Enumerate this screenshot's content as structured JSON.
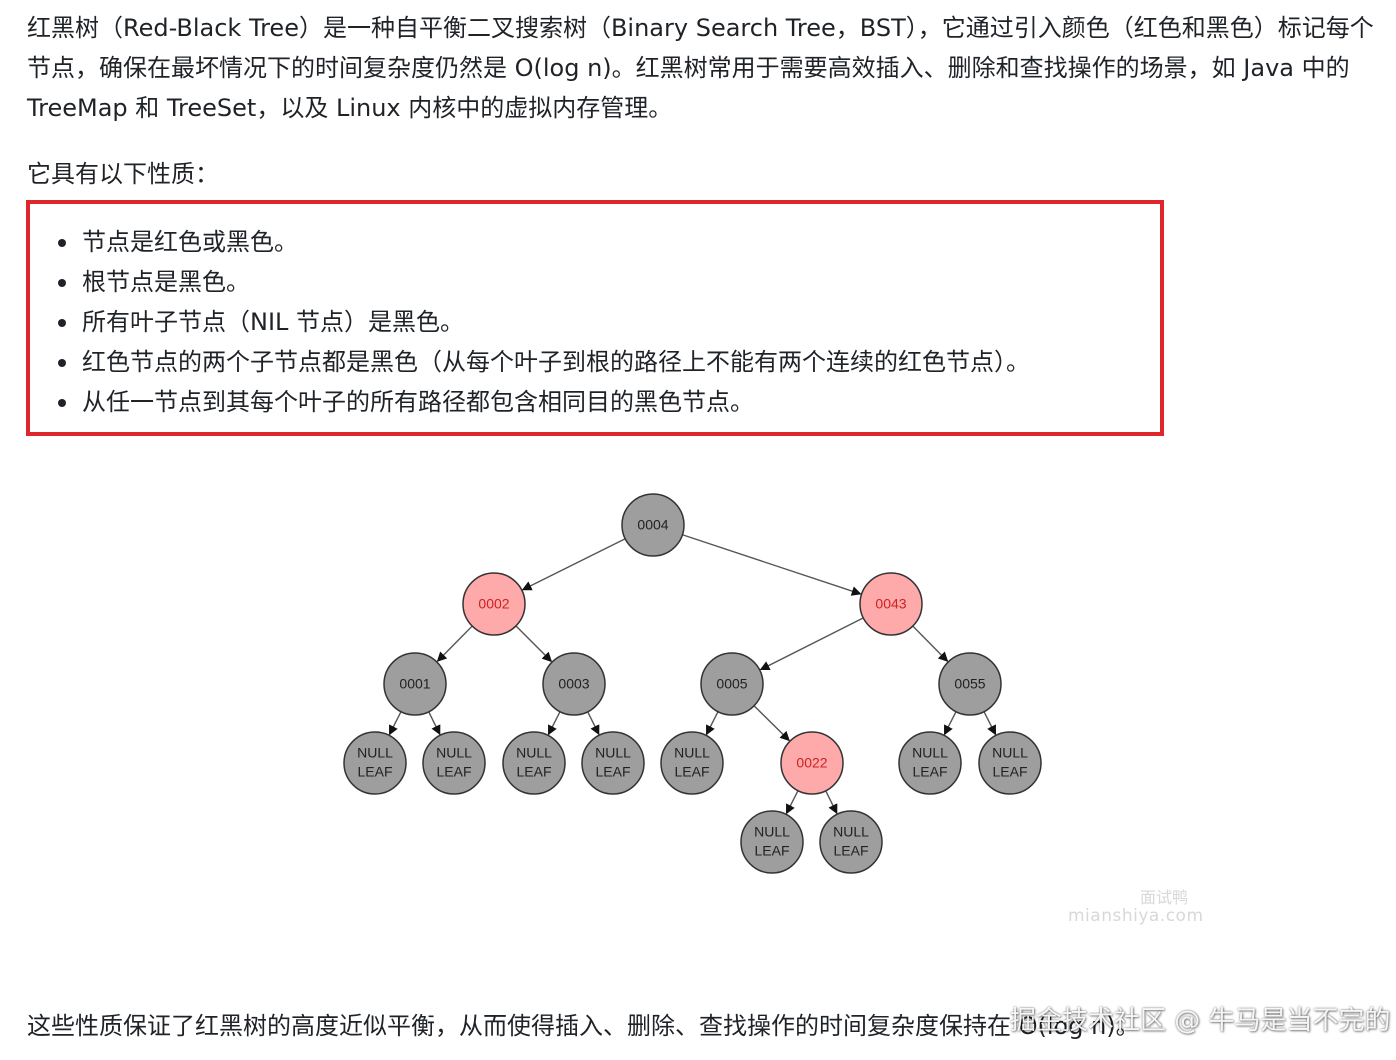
{
  "intro": "红黑树（Red-Black Tree）是一种自平衡二叉搜索树（Binary Search Tree，BST），它通过引入颜色（红色和黑色）标记每个节点，确保在最坏情况下的时间复杂度仍然是 O(log n)。红黑树常用于需要高效插入、删除和查找操作的场景，如 Java 中的 TreeMap 和 TreeSet，以及 Linux 内核中的虚拟内存管理。",
  "lead": "它具有以下性质：",
  "properties": [
    "节点是红色或黑色。",
    "根节点是黑色。",
    "所有叶子节点（NIL 节点）是黑色。",
    "红色节点的两个子节点都是黑色（从每个叶子到根的路径上不能有两个连续的红色节点）。",
    "从任一节点到其每个叶子的所有路径都包含相同目的黑色节点。"
  ],
  "tree": {
    "colors": {
      "black_fill": "#9e9e9e",
      "red_fill": "#ffaaaa",
      "red_text": "#cc2222",
      "highlight_border": "#e0262d"
    },
    "nodes": [
      {
        "id": "n4",
        "label": "0004",
        "color": "black"
      },
      {
        "id": "n2",
        "label": "0002",
        "color": "red"
      },
      {
        "id": "n43",
        "label": "0043",
        "color": "red"
      },
      {
        "id": "n1",
        "label": "0001",
        "color": "black"
      },
      {
        "id": "n3",
        "label": "0003",
        "color": "black"
      },
      {
        "id": "n5",
        "label": "0005",
        "color": "black"
      },
      {
        "id": "n55",
        "label": "0055",
        "color": "black"
      },
      {
        "id": "l1",
        "label": "NULL LEAF",
        "color": "black"
      },
      {
        "id": "l2",
        "label": "NULL LEAF",
        "color": "black"
      },
      {
        "id": "l3",
        "label": "NULL LEAF",
        "color": "black"
      },
      {
        "id": "l4",
        "label": "NULL LEAF",
        "color": "black"
      },
      {
        "id": "l5",
        "label": "NULL LEAF",
        "color": "black"
      },
      {
        "id": "n22",
        "label": "0022",
        "color": "red"
      },
      {
        "id": "l6",
        "label": "NULL LEAF",
        "color": "black"
      },
      {
        "id": "l7",
        "label": "NULL LEAF",
        "color": "black"
      },
      {
        "id": "l8",
        "label": "NULL LEAF",
        "color": "black"
      },
      {
        "id": "l9",
        "label": "NULL LEAF",
        "color": "black"
      }
    ],
    "edges": [
      [
        "n4",
        "n2"
      ],
      [
        "n4",
        "n43"
      ],
      [
        "n2",
        "n1"
      ],
      [
        "n2",
        "n3"
      ],
      [
        "n43",
        "n5"
      ],
      [
        "n43",
        "n55"
      ],
      [
        "n1",
        "l1"
      ],
      [
        "n1",
        "l2"
      ],
      [
        "n3",
        "l3"
      ],
      [
        "n3",
        "l4"
      ],
      [
        "n5",
        "l5"
      ],
      [
        "n5",
        "n22"
      ],
      [
        "n22",
        "l6"
      ],
      [
        "n22",
        "l7"
      ],
      [
        "n55",
        "l8"
      ],
      [
        "n55",
        "l9"
      ]
    ]
  },
  "watermark_site_cn": "面试鸭",
  "watermark_site_url": "mianshiya.com",
  "outro": "这些性质保证了红黑树的高度近似平衡，从而使得插入、删除、查找操作的时间复杂度保持在 O(log n)。",
  "watermark_author": "掘金技术社区 @ 牛马是当不完的"
}
